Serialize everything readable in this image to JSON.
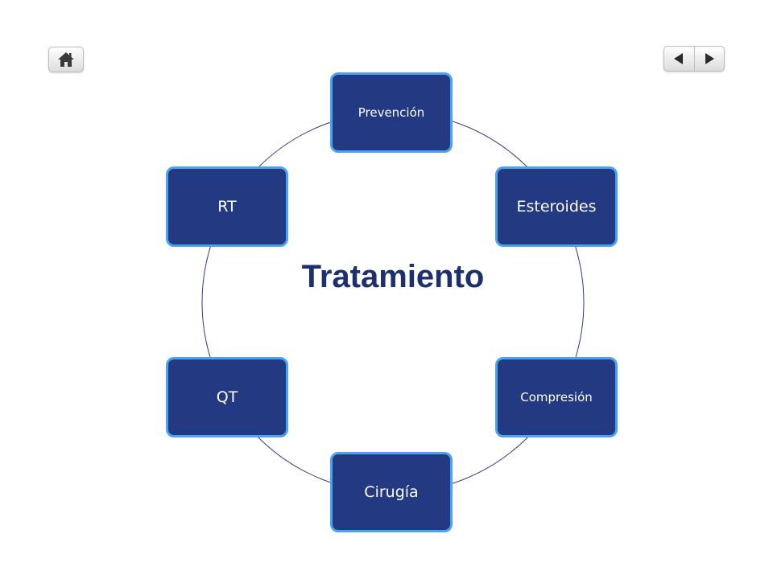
{
  "diagram": {
    "center_label": "Tratamiento",
    "nodes": [
      {
        "label": "Prevención"
      },
      {
        "label": "Esteroides"
      },
      {
        "label": "Compresión"
      },
      {
        "label": "Cirugía"
      },
      {
        "label": "QT"
      },
      {
        "label": "RT"
      }
    ]
  },
  "navigation": {
    "home_icon": "home-icon",
    "prev_icon": "triangle-left-icon",
    "next_icon": "triangle-right-icon"
  },
  "colors": {
    "node_fill": "#233a82",
    "node_border": "#4aa3f0",
    "ring_line": "#2f3f86",
    "title": "#1e2f6e"
  }
}
